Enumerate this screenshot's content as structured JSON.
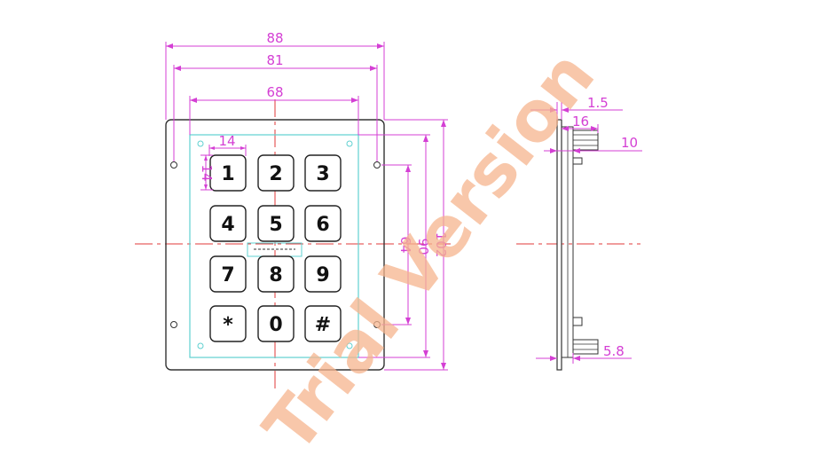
{
  "drawing": {
    "front_view": {
      "dimensions": {
        "overall_width": "88",
        "hole_spacing_horizontal": "81",
        "window_width": "68",
        "key_size_horizontal": "14",
        "key_size_vertical": "14",
        "hole_spacing_vertical": "64",
        "window_height": "90",
        "overall_height": "102"
      },
      "keys": [
        "1",
        "2",
        "3",
        "4",
        "5",
        "6",
        "7",
        "8",
        "9",
        "*",
        "0",
        "#"
      ]
    },
    "side_view": {
      "dimensions": {
        "panel_thickness": "1.5",
        "total_depth": "16",
        "key_depth": "10",
        "bottom_depth": "5.8"
      }
    },
    "watermark": "Trial Version",
    "colors": {
      "outline": "#333333",
      "dimension": "#d43fd4",
      "centerline": "#e03a3a",
      "window": "#5fd0d0",
      "watermark": "#f6b58e"
    }
  }
}
